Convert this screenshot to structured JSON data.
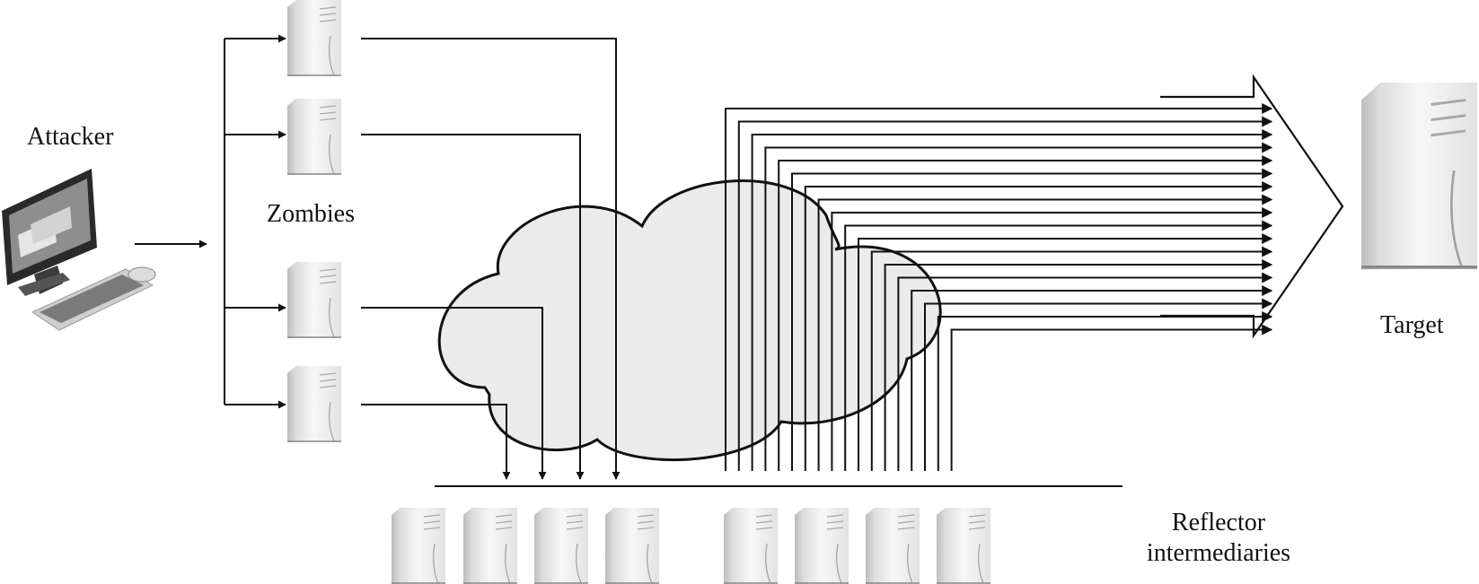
{
  "labels": {
    "attacker": "Attacker",
    "zombies": "Zombies",
    "target": "Target",
    "reflector_line1": "Reflector",
    "reflector_line2": "intermediaries"
  },
  "counts": {
    "zombies": 4,
    "reflectors": 8,
    "reflected_streams": 18
  },
  "icons": {
    "attacker": "desktop-computer-icon",
    "zombie": "server-tower-icon",
    "reflector": "server-tower-icon",
    "target": "server-tower-icon",
    "network": "cloud-icon"
  },
  "colors": {
    "line": "#111111",
    "cloud_fill": "#eeeeee",
    "server_body": "#f4f4f4",
    "server_shade": "#c9c9c9"
  }
}
